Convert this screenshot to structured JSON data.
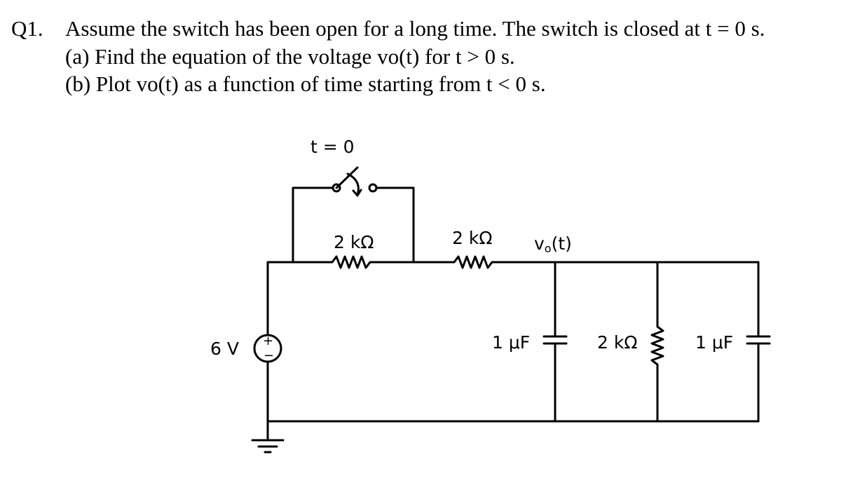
{
  "question": {
    "number": "Q1.",
    "line1": "Assume the switch has been open for a long time. The switch is closed at t = 0 s.",
    "line2": "(a) Find the equation of the voltage vo(t) for t > 0 s.",
    "line3": "(b) Plot vo(t) as a function of time starting from t < 0 s."
  },
  "circuit": {
    "switch_label": "t = 0",
    "r_parallel_switch": "2 kΩ",
    "r_series": "2 kΩ",
    "vout_label": "v",
    "vout_sub": "o",
    "vout_suffix": "(t)",
    "source_label": "6 V",
    "source_plus": "+",
    "source_minus": "−",
    "cap1_label": "1 μF",
    "r_shunt": "2 kΩ",
    "cap2_label": "1 μF"
  }
}
